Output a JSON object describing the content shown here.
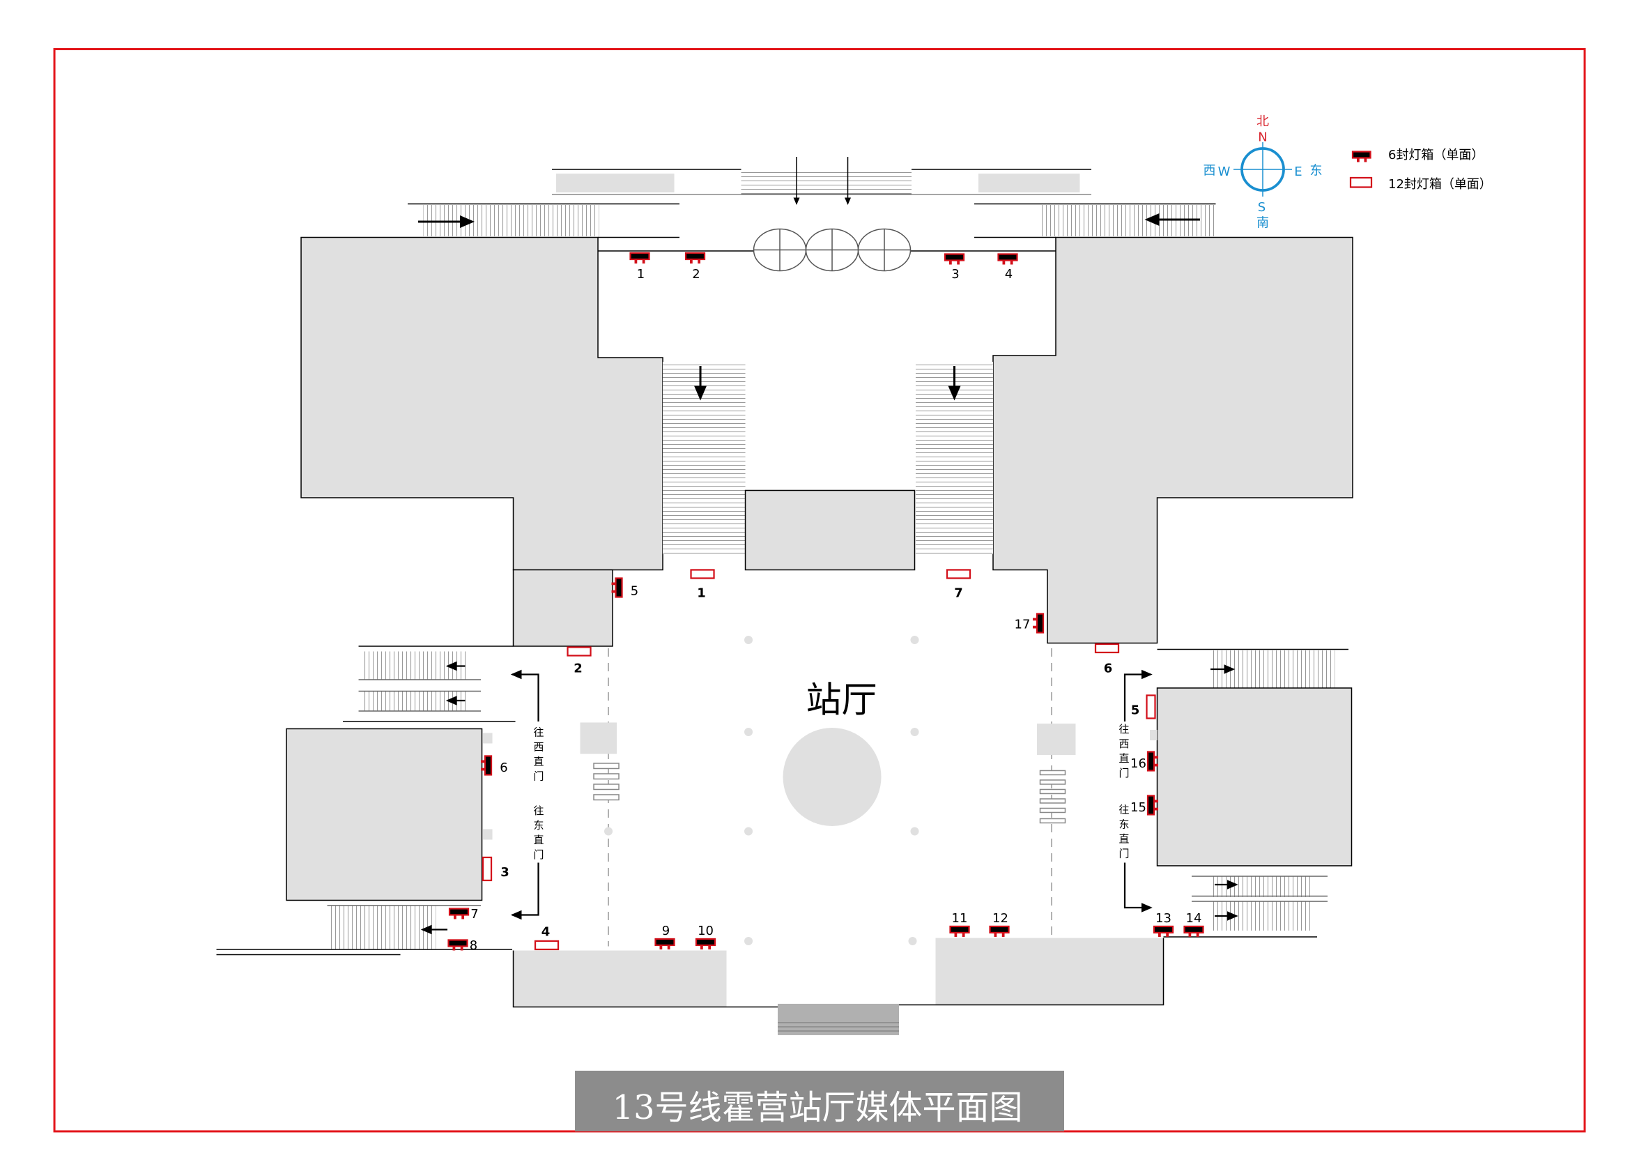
{
  "title": "13号线霍营站厅媒体平面图",
  "hall_label": "站厅",
  "compass": {
    "north_cn": "北",
    "north": "N",
    "south": "S",
    "south_cn": "南",
    "west_cn": "西",
    "west": "W",
    "east": "E",
    "east_cn": "东",
    "north_color": "#d9262f",
    "ring_color": "#1a8fd0"
  },
  "legend": [
    {
      "icon": "six-sheet-lightbox-icon",
      "label": "6封灯箱（单面）"
    },
    {
      "icon": "twelve-sheet-lightbox-icon",
      "label": "12封灯箱（单面）"
    }
  ],
  "directions": {
    "to_xizhimen": "往西直门",
    "to_dongzhimen": "往东直门"
  },
  "six_sheet_boxes": [
    "1",
    "2",
    "3",
    "4",
    "5",
    "6",
    "7",
    "8",
    "9",
    "10",
    "11",
    "12",
    "13",
    "14",
    "15",
    "16",
    "17"
  ],
  "twelve_sheet_boxes": [
    "1",
    "2",
    "3",
    "4",
    "5",
    "6",
    "7"
  ],
  "colors": {
    "border": "#e3151a",
    "structure": "#e0e0e0",
    "title_bar": "#8c8c8c",
    "marker_red": "#d3101a"
  }
}
